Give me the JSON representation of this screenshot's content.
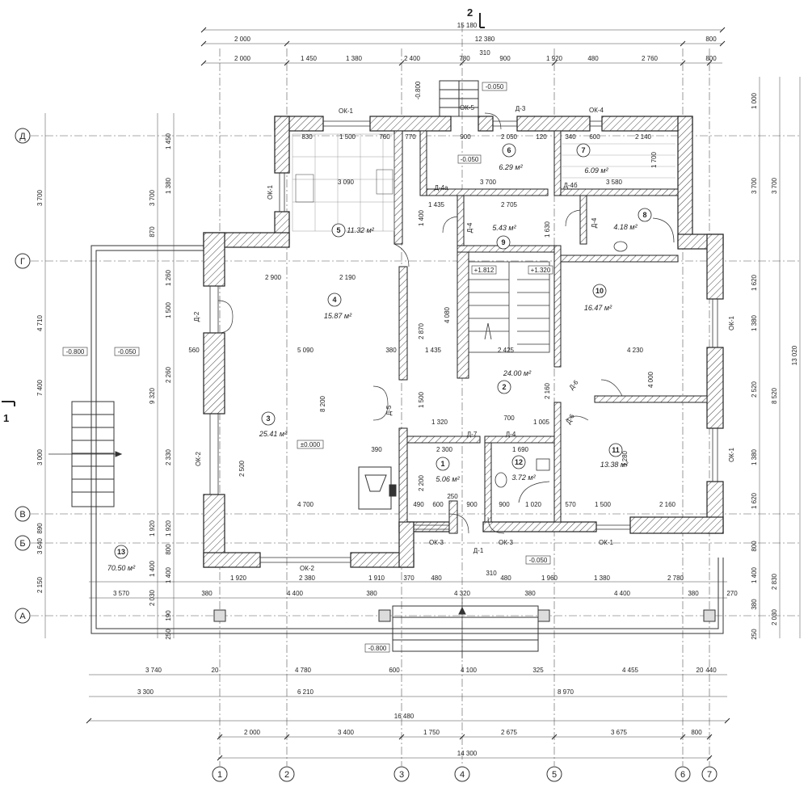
{
  "top_dims": {
    "overall": "15 180",
    "row1": [
      {
        "v": "2 000"
      },
      {
        "v": "12 380"
      },
      {
        "v": "800"
      }
    ],
    "row2": [
      {
        "v": "2 000"
      },
      {
        "v": "1 450"
      },
      {
        "v": "1 380"
      },
      {
        "v": "2 400"
      },
      {
        "v": "780"
      },
      {
        "v": "900"
      },
      {
        "v": "1 920"
      },
      {
        "v": "480"
      },
      {
        "v": "2 760"
      },
      {
        "v": "800"
      }
    ],
    "extra": "310"
  },
  "bottom_dims": {
    "row1": [
      "1 920",
      "2 380",
      "1 910",
      "370",
      "480",
      "310",
      "480",
      "1 960",
      "1 380",
      "2 780"
    ],
    "row2": [
      "3 570",
      "380",
      "4 400",
      "380",
      "4 320",
      "380",
      "4 400",
      "380",
      "270"
    ],
    "row3": [
      "3 740",
      "20",
      "4 780",
      "600",
      "4 100",
      "325",
      "4 455",
      "20",
      "440"
    ],
    "row4": [
      "3 300",
      "6 210",
      "8 970"
    ],
    "row5": "16 480",
    "row6": [
      "2 000",
      "3 400",
      "1 750",
      "2 675",
      "3 675",
      "800"
    ],
    "row7": "14 300"
  },
  "left_dims": {
    "outer": [
      "3 700",
      "4 710",
      "7 400",
      "3 640",
      "2 150"
    ],
    "inner": [
      "3 700",
      "870",
      "9 320",
      "1 920",
      "1 400",
      "2 030"
    ],
    "fine": [
      "1 450",
      "1 380",
      "1 260",
      "1 500",
      "2 260",
      "2 330",
      "1 920",
      "800",
      "1 400",
      "190",
      "250"
    ],
    "misc": [
      "3 000",
      "890"
    ]
  },
  "right_dims": {
    "overall": "13 020",
    "outer": [
      "3 700",
      "8 520",
      "2 830"
    ],
    "inner": [
      "1 000",
      "3 700",
      "1 620",
      "1 380",
      "2 520",
      "1 380",
      "1 620",
      "800",
      "1 400",
      "380",
      "2 030",
      "250"
    ]
  },
  "axes_h": [
    "Д",
    "Г",
    "В",
    "Б",
    "А"
  ],
  "axes_v": [
    "1",
    "2",
    "3",
    "4",
    "5",
    "6",
    "7"
  ],
  "section_marks": {
    "top": "2",
    "left": "1"
  },
  "rooms": [
    {
      "n": "1",
      "a": "5.06 м²"
    },
    {
      "n": "2",
      "a": "24.00 м²"
    },
    {
      "n": "3",
      "a": "25.41 м²"
    },
    {
      "n": "4",
      "a": "15.87 м²"
    },
    {
      "n": "5",
      "a": "11.32 м²"
    },
    {
      "n": "6",
      "a": "6.29 м²"
    },
    {
      "n": "7",
      "a": "6.09 м²"
    },
    {
      "n": "8",
      "a": "4.18 м²"
    },
    {
      "n": "9",
      "a": "5.43 м²"
    },
    {
      "n": "10",
      "a": "16.47 м²"
    },
    {
      "n": "11",
      "a": "13.38 м²"
    },
    {
      "n": "12",
      "a": "3.72 м²"
    },
    {
      "n": "13",
      "a": "70.50 м²"
    }
  ],
  "openings": {
    "windows": [
      "ОК-1",
      "ОК-5",
      "ОК-4",
      "ОК-1",
      "ОК-1",
      "ОК-1",
      "ОК-2",
      "ОК-2",
      "ОК-3",
      "ОК-3",
      "ОК-1"
    ],
    "doors": [
      "Д-3",
      "Д-4а",
      "Д-4б",
      "Д-4",
      "Д-4",
      "Д-2",
      "Д-5",
      "Д-6",
      "Д-6",
      "Д-7",
      "Д-4",
      "Д-1"
    ]
  },
  "levels": [
    "-0.050",
    "-0.050",
    "-0.800",
    "-0.050",
    "±0.000",
    "-0.050",
    "-0.800",
    "+1.812",
    "+1.320"
  ],
  "interior_dims": [
    "830",
    "1 500",
    "760",
    "770",
    "900",
    "2 050",
    "120",
    "340",
    "600",
    "2 140",
    "3 090",
    "3 700",
    "3 580",
    "1 700",
    "1 435",
    "2 705",
    "1 630",
    "2 900",
    "2 190",
    "5 090",
    "4 230",
    "4 700",
    "2 300",
    "1 690",
    "1 320",
    "700",
    "1 005",
    "3 280",
    "8 200",
    "2 500",
    "1 500",
    "2 870",
    "4 080",
    "2 160",
    "2 425",
    "1 435",
    "600",
    "900",
    "1 020",
    "570",
    "1 500",
    "2 160",
    "560",
    "390",
    "490",
    "250",
    "900",
    "4 000",
    "380",
    "1 400",
    "2 200"
  ]
}
